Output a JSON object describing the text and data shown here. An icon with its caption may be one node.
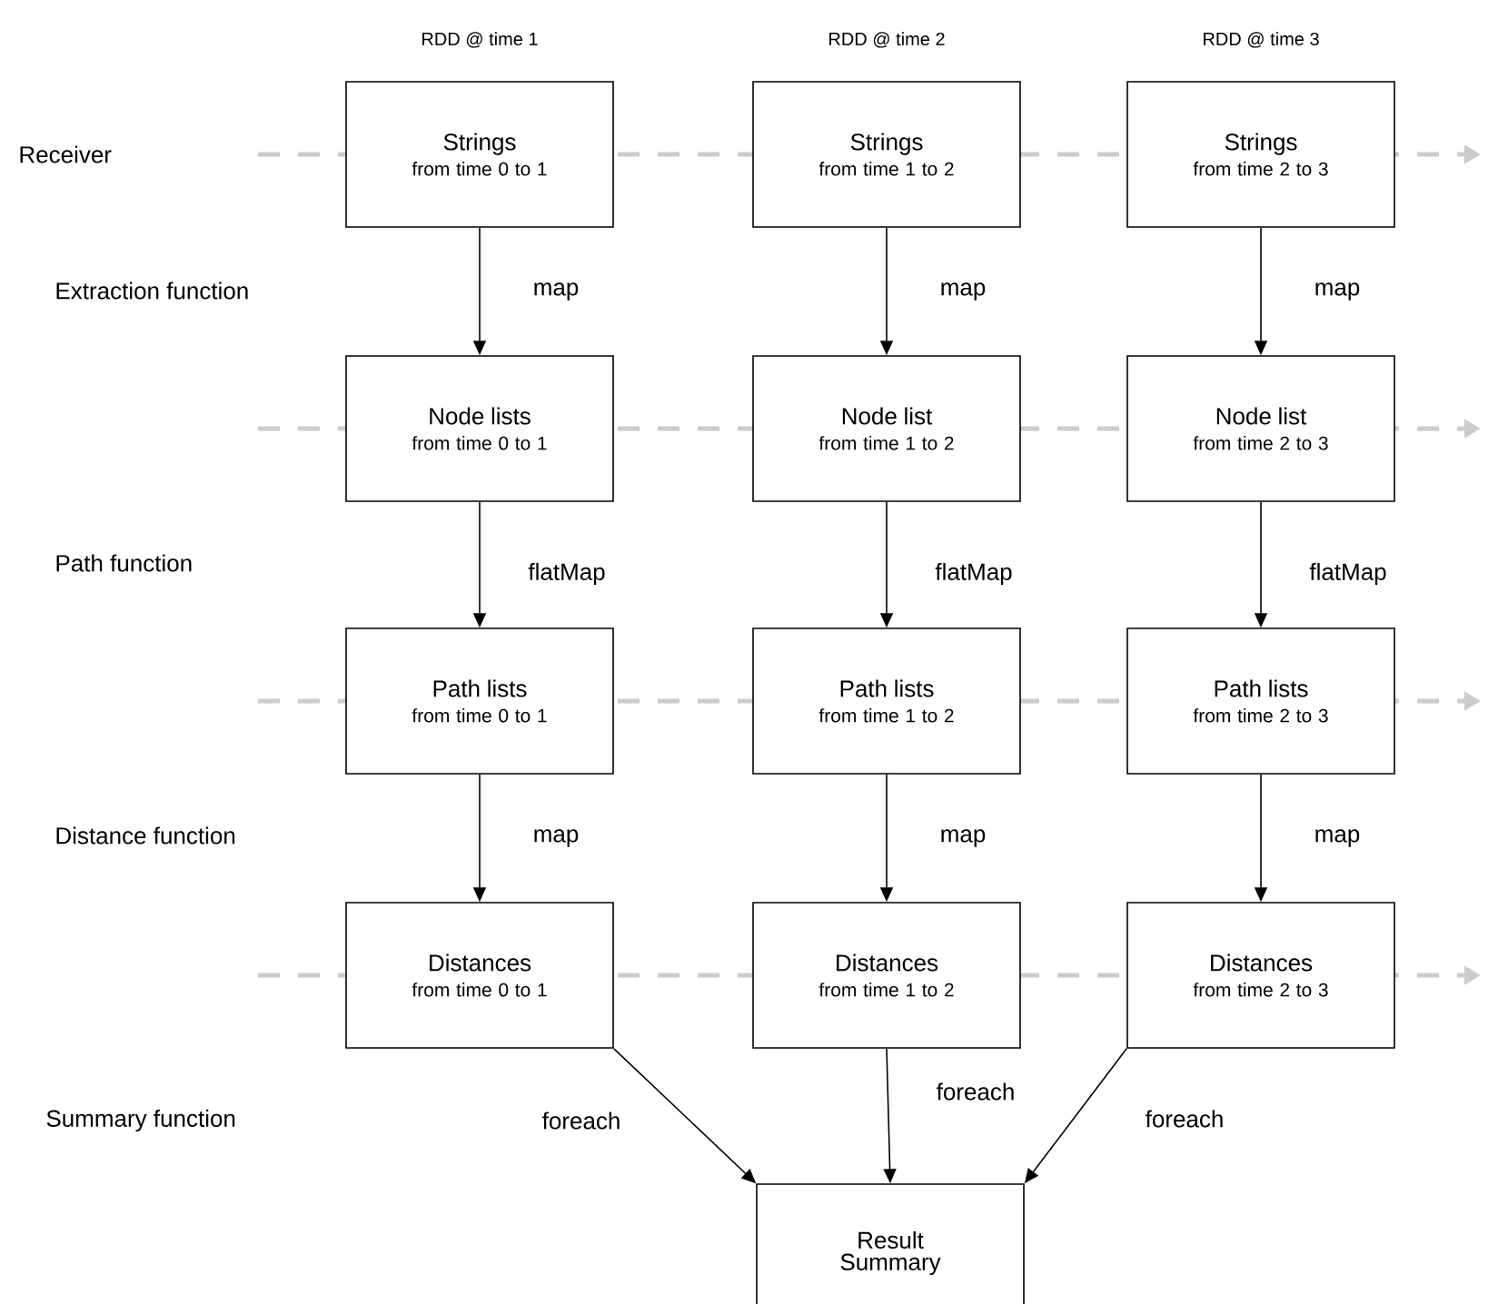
{
  "diagram": {
    "nodes": [
      {
        "text": [
          "Strings",
          "from time 0 to 1"
        ]
      },
      {
        "text": [
          "Strings",
          "from time 1 to 2"
        ]
      },
      {
        "text": [
          "Strings",
          "from time 2 to 3"
        ]
      },
      {
        "text": [
          "Node lists",
          "from time 0 to 1"
        ]
      },
      {
        "text": [
          "Node list",
          "from time 1 to 2"
        ]
      },
      {
        "text": [
          "Node list",
          "from time 2 to 3"
        ]
      },
      {
        "text": [
          "Path lists",
          "from time 0 to 1"
        ]
      },
      {
        "text": [
          "Path lists",
          "from time 1 to 2"
        ]
      },
      {
        "text": [
          "Path lists",
          "from time 2 to 3"
        ]
      },
      {
        "text": [
          "Distances",
          "from time 0 to 1"
        ]
      },
      {
        "text": [
          "Distances",
          "from time 1 to 2"
        ]
      },
      {
        "text": [
          "Distances",
          "from time 2 to 3"
        ]
      },
      {
        "text": [
          "Result Summary"
        ]
      }
    ],
    "edges": [
      {
        "from": 0,
        "to": 3,
        "arrow": "to",
        "label": "map"
      },
      {
        "from": 1,
        "to": 4,
        "arrow": "to",
        "label": "map"
      },
      {
        "from": 2,
        "to": 5,
        "arrow": "to",
        "label": "map"
      },
      {
        "from": 3,
        "to": 6,
        "arrow": "to",
        "label": "flatMap"
      },
      {
        "from": 4,
        "to": 7,
        "arrow": "to",
        "label": "flatMap"
      },
      {
        "from": 5,
        "to": 8,
        "arrow": "to",
        "label": "flatMap"
      },
      {
        "from": 6,
        "to": 9,
        "arrow": "to",
        "label": "map"
      },
      {
        "from": 7,
        "to": 10,
        "arrow": "to",
        "label": "map"
      },
      {
        "from": 8,
        "to": 11,
        "arrow": "to",
        "label": "map"
      },
      {
        "from": 9,
        "to": 12,
        "arrow": "to",
        "label": "foreach"
      },
      {
        "from": 10,
        "to": 12,
        "arrow": "to",
        "label": "foreach"
      },
      {
        "from": 11,
        "to": 12,
        "arrow": "to",
        "label": "foreach"
      }
    ],
    "labels": [
      "RDD @ time 1",
      "RDD @ time 2",
      "RDD @ time 3",
      "Receiver",
      "Extraction function",
      "Path function",
      "Distance function",
      "Summary function"
    ]
  }
}
